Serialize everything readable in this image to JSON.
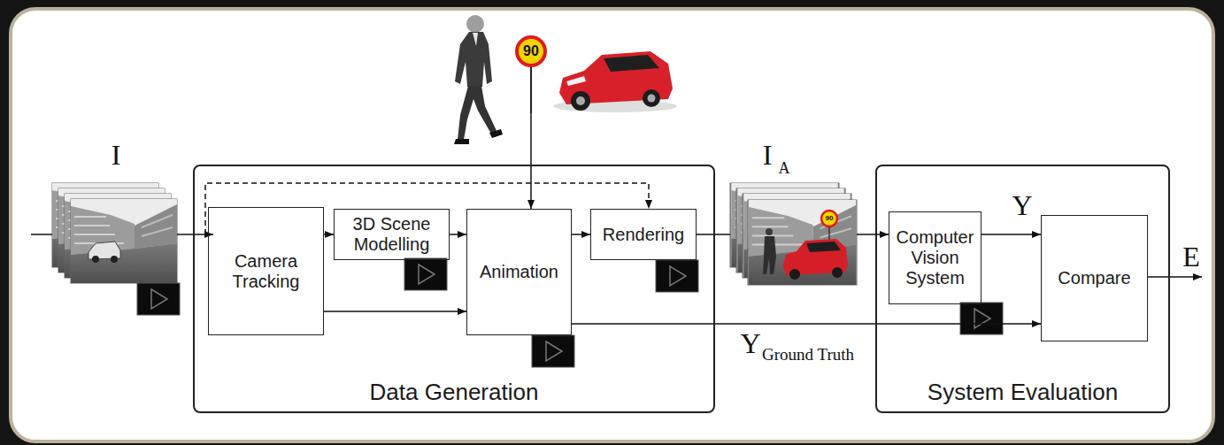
{
  "diagram": {
    "nodes": [
      {
        "text": [
          "Data Generation"
        ]
      },
      {
        "text": [
          "Camera Tracking"
        ],
        "in": 0
      },
      {
        "text": [
          "3D Scene Modelling"
        ],
        "in": 0
      },
      {
        "text": [
          "Animation"
        ],
        "in": 0
      },
      {
        "text": [
          "Rendering"
        ],
        "in": 0
      },
      {
        "text": [
          "System Evaluation"
        ]
      },
      {
        "text": [
          "Computer Vision System"
        ],
        "in": 5
      },
      {
        "text": [
          "Compare"
        ],
        "in": 5
      }
    ],
    "edges": [
      {
        "from": 1,
        "to": 2,
        "arrow": "to"
      },
      {
        "from": 2,
        "to": 3,
        "arrow": "to"
      },
      {
        "from": 1,
        "to": 3,
        "arrow": "to"
      },
      {
        "from": 3,
        "to": 4,
        "arrow": "to"
      },
      {
        "from": 4,
        "to": 6,
        "arrow": "to"
      },
      {
        "from": 6,
        "to": 7,
        "label": "Y",
        "arrow": "to"
      },
      {
        "from": 3,
        "to": 7,
        "arrow": "to"
      }
    ],
    "labels": [
      "I",
      "90",
      "I",
      "A",
      "90",
      "Y",
      "Ground Truth",
      "E"
    ]
  }
}
